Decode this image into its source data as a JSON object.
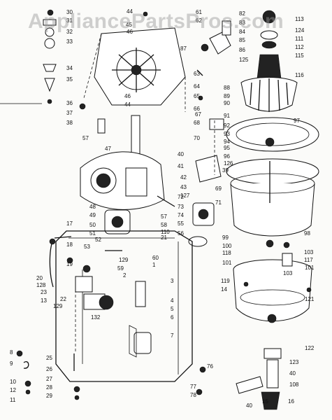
{
  "watermark": "AppliancePartsPros.com",
  "labels": [
    "30",
    "31",
    "32",
    "33",
    "34",
    "35",
    "36",
    "37",
    "38",
    "57",
    "44",
    "45",
    "46",
    "46",
    "47",
    "44",
    "48",
    "49",
    "50",
    "51",
    "52",
    "53",
    "61",
    "62",
    "82",
    "83",
    "84",
    "85",
    "86",
    "87",
    "125",
    "63",
    "64",
    "65",
    "66",
    "67",
    "68",
    "70",
    "88",
    "89",
    "90",
    "91",
    "92",
    "93",
    "94",
    "95",
    "96",
    "126",
    "39",
    "40",
    "41",
    "42",
    "43",
    "127",
    "69",
    "71",
    "72",
    "73",
    "74",
    "55",
    "56",
    "57",
    "58",
    "110",
    "21",
    "113",
    "124",
    "111",
    "112",
    "115",
    "116",
    "97",
    "98",
    "99",
    "100",
    "118",
    "101",
    "103",
    "117",
    "101",
    "103",
    "119",
    "14",
    "121",
    "122",
    "123",
    "40",
    "108",
    "40",
    "15",
    "16",
    "17",
    "18",
    "19",
    "20",
    "128",
    "23",
    "13",
    "129",
    "22",
    "132",
    "129",
    "59",
    "60",
    "1",
    "2",
    "3",
    "4",
    "5",
    "6",
    "7",
    "25",
    "26",
    "27",
    "28",
    "29",
    "8",
    "9",
    "10",
    "12",
    "11",
    "76",
    "77",
    "78"
  ]
}
